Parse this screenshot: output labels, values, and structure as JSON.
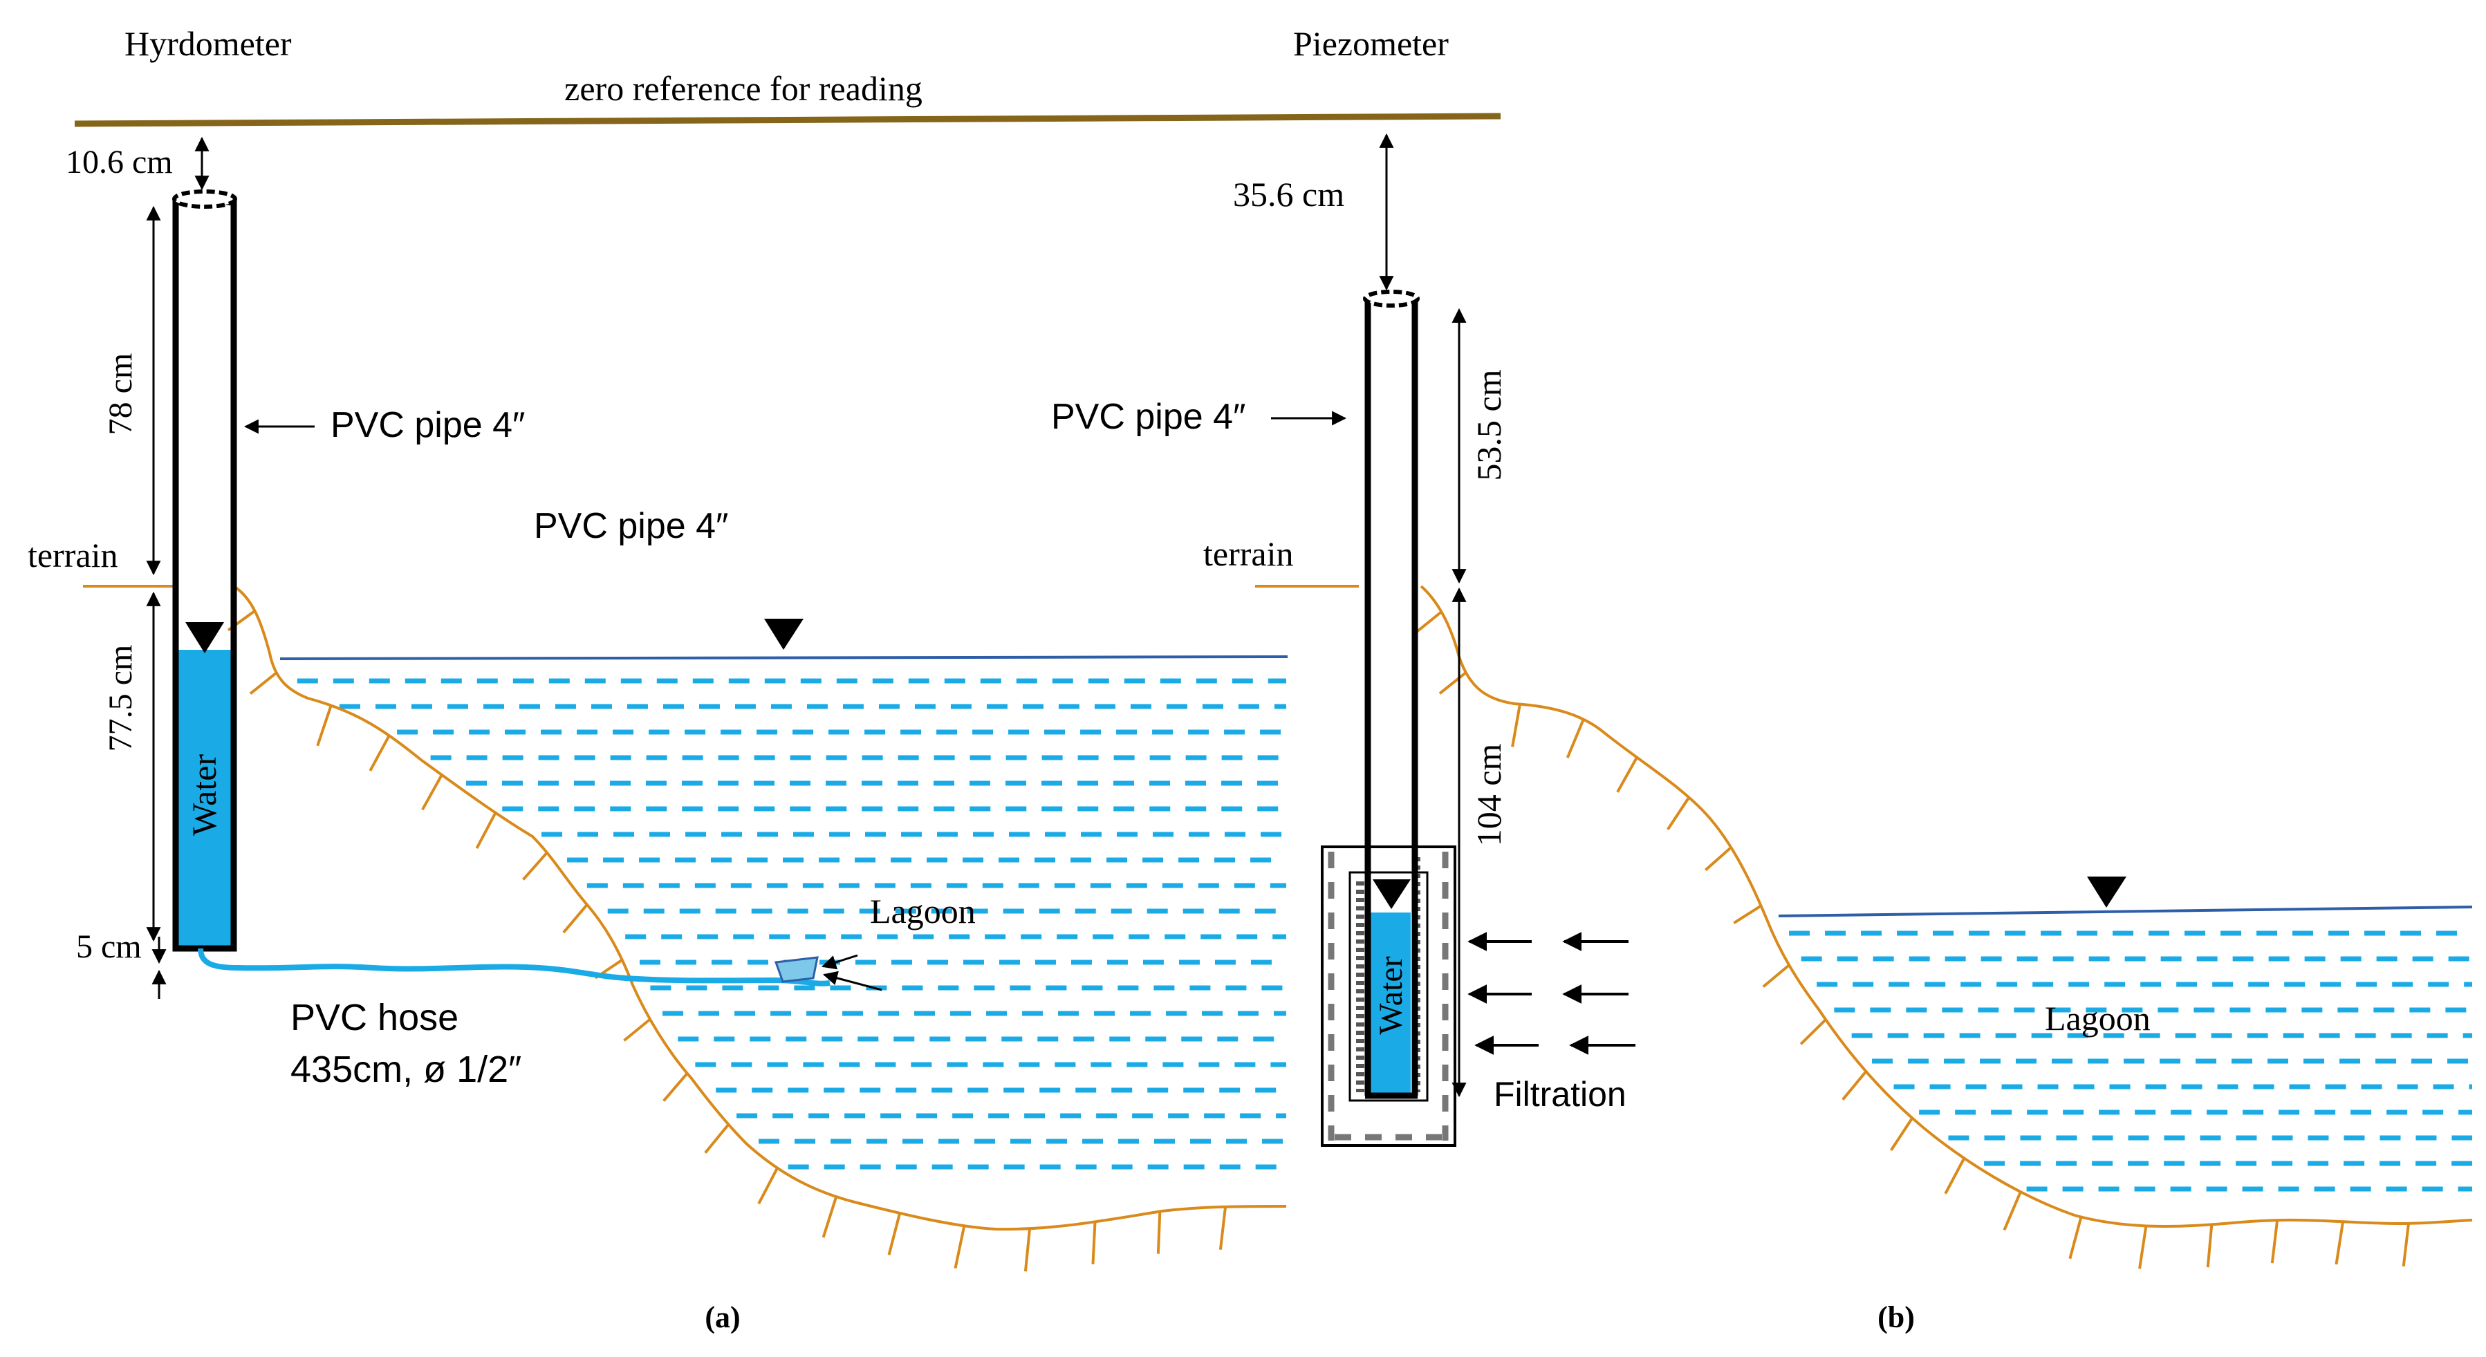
{
  "colors": {
    "water": "#1aabe6",
    "terrain": "#d98a1a",
    "reference_line": "#85651a",
    "lagoon_surface": "#2f5ea8",
    "pipe": "#000000"
  },
  "panel_a": {
    "title": "Hyrdometer",
    "reference_label": "zero reference for reading",
    "dim_top": "10.6 cm",
    "dim_pipe_above": "78 cm",
    "dim_pipe_below": "77.5 cm",
    "dim_bottom": "5 cm",
    "pipe_label": "PVC pipe 4″",
    "pipe_label_2": "PVC pipe 4″",
    "terrain_label": "terrain",
    "water_label": "Water",
    "hose_label_1": "PVC hose",
    "hose_label_2": "435cm, ø 1/2″",
    "lagoon_label": "Lagoon",
    "caption": "(a)"
  },
  "panel_b": {
    "title": "Piezometer",
    "dim_top": "35.6 cm",
    "dim_pipe_above": "53.5 cm",
    "dim_pipe_below": "104 cm",
    "pipe_label": "PVC pipe 4″",
    "terrain_label": "terrain",
    "water_label": "Water",
    "filtration_label": "Filtration",
    "lagoon_label": "Lagoon",
    "caption": "(b)"
  }
}
